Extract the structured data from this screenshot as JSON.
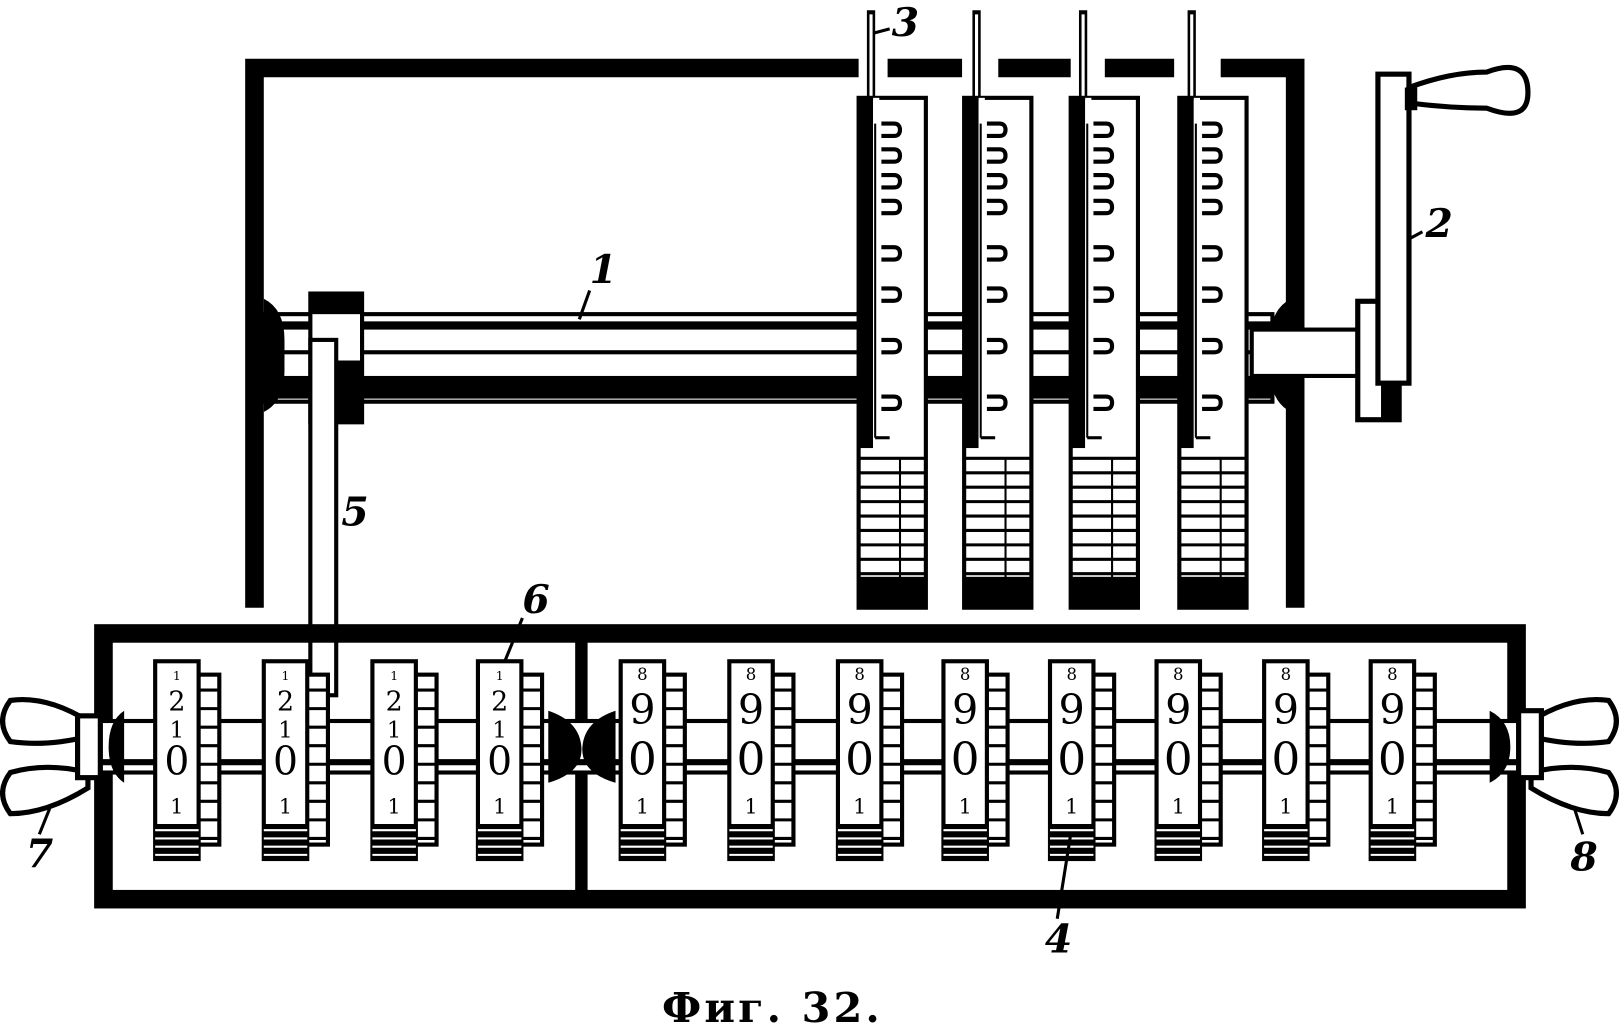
{
  "figure": {
    "caption": "Фиг. 32.",
    "labels": {
      "shaft": "1",
      "crank": "2",
      "pin": "3",
      "result_wheel": "4",
      "lever": "5",
      "counter_wheel": "6",
      "left_wing_nut": "7",
      "right_wing_nut": "8"
    },
    "counter_wheels": [
      {
        "top": "2",
        "mid_small": "1",
        "main": "0",
        "bottom": "1"
      },
      {
        "top": "2",
        "mid_small": "1",
        "main": "0",
        "bottom": "1"
      },
      {
        "top": "2",
        "mid_small": "1",
        "main": "0",
        "bottom": "1"
      },
      {
        "top": "2",
        "mid_small": "1",
        "main": "0",
        "bottom": "1"
      }
    ],
    "result_wheels": [
      {
        "top": "8",
        "mid_small": "9",
        "main": "0",
        "bottom": "1"
      },
      {
        "top": "8",
        "mid_small": "9",
        "main": "0",
        "bottom": "1"
      },
      {
        "top": "8",
        "mid_small": "9",
        "main": "0",
        "bottom": "1"
      },
      {
        "top": "8",
        "mid_small": "9",
        "main": "0",
        "bottom": "1"
      },
      {
        "top": "8",
        "mid_small": "9",
        "main": "0",
        "bottom": "1"
      },
      {
        "top": "8",
        "mid_small": "9",
        "main": "0",
        "bottom": "1"
      },
      {
        "top": "8",
        "mid_small": "9",
        "main": "0",
        "bottom": "1"
      },
      {
        "top": "8",
        "mid_small": "9",
        "main": "0",
        "bottom": "1"
      }
    ],
    "stepped_drum_count": 4
  }
}
